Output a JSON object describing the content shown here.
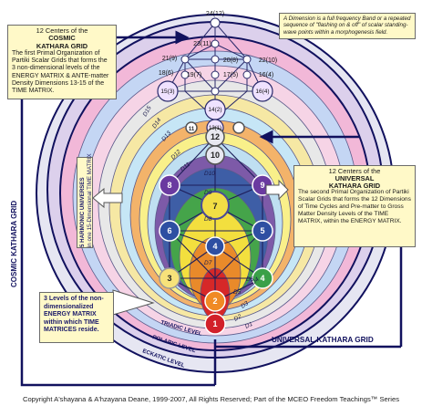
{
  "colors": {
    "navy": "#11115e",
    "cream": "#fff9c8",
    "ring_outer": [
      "#e6e6f2",
      "#dcd0ec",
      "#f2b8d8",
      "#c4d6f4",
      "#f6d4e6",
      "#e8e8e8",
      "#f6e8a4",
      "#c6e6f6",
      "#f3b36a",
      "#f9f08a",
      "#bfdff1",
      "#7d5aa8",
      "#3e5ea6",
      "#45a44a",
      "#f3df3e",
      "#e98a2a",
      "#d62828"
    ]
  },
  "cosmic_box": {
    "title_line1": "12 Centers of the",
    "title_line2": "COSMIC",
    "title_line3": "KATHARA GRID",
    "body": "The first Primal Organization of Partiki Scalar Grids that forms the 3 non-dimensional levels of the ENERGY MATRIX & ANTE-matter Density Dimensions 13-15 of the TIME MATRIX."
  },
  "universal_box": {
    "title_line1": "12 Centers of the",
    "title_line2": "UNIVERSAL",
    "title_line3": "KATHARA GRID",
    "body": "The second Primal Organization of Partiki Scalar Grids that forms the 12 Dimensions of Time Cycles and Pre-matter to Gross Matter Density Levels of the TIME MATRIX, within the ENERGY MATRIX."
  },
  "dimension_box": {
    "text": "A Dimension is a full frequency Band or a repeated sequence of \"flashing on & off\" of scalar standing-wave points within a morphogenesis field."
  },
  "levels_box": {
    "text": "3 Levels of the non-dimensionalized ENERGY MATRIX within which TIME MATRICES reside."
  },
  "harmonic_box": {
    "line1": "5 HARMONIC UNIVERSES",
    "line2": "in one 15-Dimensional TIME MATRIX"
  },
  "cosmic_side_label": "COSMIC KATHARA GRID",
  "universal_bottom_label": "UNIVERSAL KATHARA GRID",
  "level_labels": [
    "TRIADIC LEVEL",
    "POLARIC LEVEL",
    "ECKATIC LEVEL"
  ],
  "density_labels": [
    "D15",
    "D14",
    "D13",
    "D12",
    "D11",
    "D10",
    "D9",
    "D8",
    "D7",
    "D6",
    "D5",
    "D4",
    "D3",
    "D2",
    "D1"
  ],
  "cosmic_nodes": [
    "24(12)",
    "23(11)",
    "21(9)",
    "20(8)",
    "22(10)",
    "18(6)",
    "17(5)",
    "16(4)",
    "19(7)",
    "15(3)",
    "14(2)",
    "13(1)"
  ],
  "universal_nodes": [
    "12",
    "11",
    "10",
    "9",
    "8",
    "7",
    "6",
    "5",
    "4",
    "3",
    "2",
    "1"
  ],
  "copyright": "Copyright A'shayana & A'hzayana Deane, 1999-2007, All Rights Reserved; Part of the MCEO Freedom Teachings™ Series"
}
